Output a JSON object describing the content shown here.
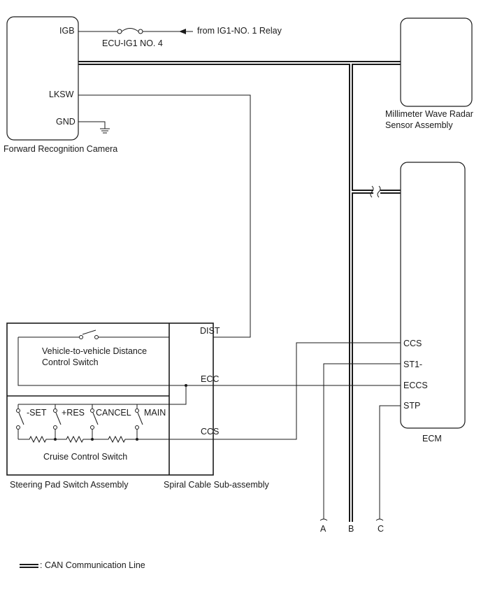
{
  "components": {
    "camera": {
      "name": "Forward Recognition Camera",
      "pins": {
        "igb": "IGB",
        "lksw": "LKSW",
        "gnd": "GND"
      }
    },
    "fuse": {
      "label": "ECU-IG1 NO. 4"
    },
    "relay_source": {
      "label": "from IG1-NO. 1 Relay"
    },
    "radar": {
      "line1": "Millimeter Wave Radar",
      "line2": "Sensor Assembly"
    },
    "ecm": {
      "name": "ECM",
      "pins": {
        "ccs": "CCS",
        "st1": "ST1-",
        "eccs": "ECCS",
        "stp": "STP"
      }
    },
    "steering_pad": {
      "name": "Steering Pad Switch Assembly",
      "distance_switch": {
        "line1": "Vehicle-to-vehicle Distance",
        "line2": "Control Switch"
      },
      "cruise_switch": {
        "name": "Cruise Control Switch",
        "switches": [
          "-SET",
          "+RES",
          "CANCEL",
          "MAIN"
        ]
      }
    },
    "spiral_cable": {
      "name": "Spiral Cable Sub-assembly",
      "pins": {
        "dist": "DIST",
        "ecc": "ECC",
        "ccs": "CCS"
      }
    }
  },
  "connectors": {
    "a": "A",
    "b": "B",
    "c": "C"
  },
  "legend": {
    "can_line": ": CAN Communication Line"
  }
}
